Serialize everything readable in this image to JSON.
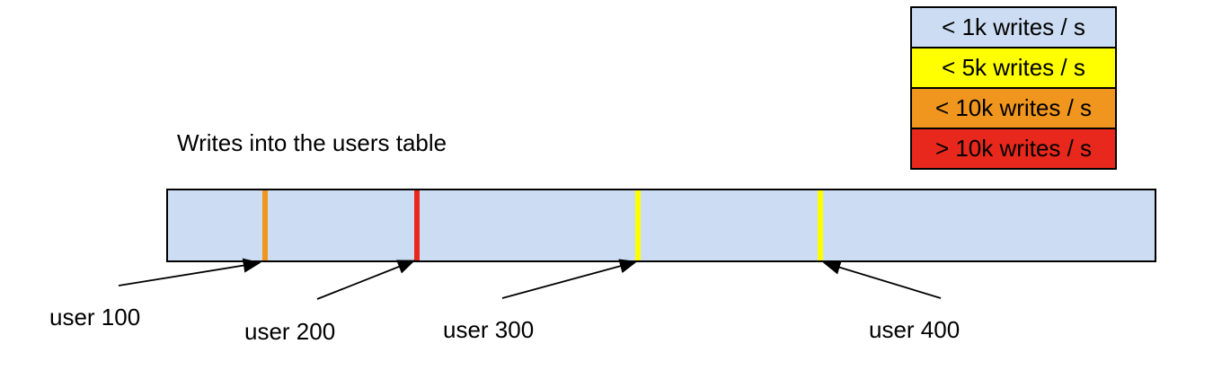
{
  "title": "Writes into the users table",
  "legend": {
    "items": [
      {
        "label": "< 1k writes / s",
        "color": "#ccdcf2"
      },
      {
        "label": "< 5k writes / s",
        "color": "#ffff00"
      },
      {
        "label": "< 10k writes / s",
        "color": "#f0961e"
      },
      {
        "label": "> 10k writes / s",
        "color": "#e8281c"
      }
    ]
  },
  "bar": {
    "fill": "#ccdcf2",
    "border_color": "#000000",
    "markers": [
      {
        "user": "user 100",
        "color": "#f0961e",
        "writes_band": "< 10k writes / s",
        "position_pct": 9.8
      },
      {
        "user": "user 200",
        "color": "#e8281c",
        "writes_band": "> 10k writes / s",
        "position_pct": 25.2
      },
      {
        "user": "user 300",
        "color": "#ffff00",
        "writes_band": "< 5k writes / s",
        "position_pct": 47.6
      },
      {
        "user": "user 400",
        "color": "#ffff00",
        "writes_band": "< 5k writes / s",
        "position_pct": 66.1
      }
    ]
  }
}
